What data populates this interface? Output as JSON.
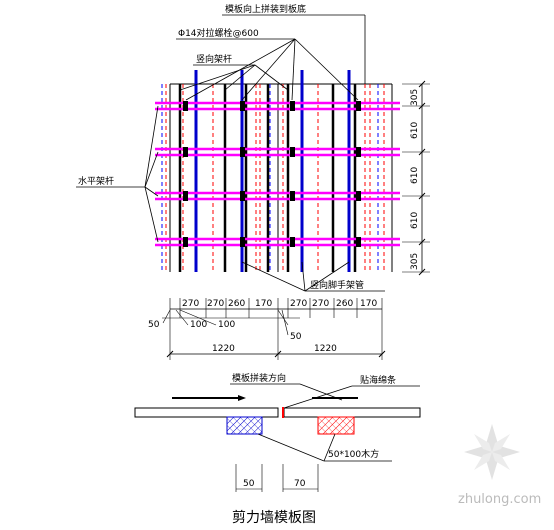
{
  "labels": {
    "top_note": "模板向上拼装到板底",
    "bolt": "Φ14对拉螺栓@600",
    "vertical_rod": "竖向架杆",
    "horizontal_rod": "水平架杆",
    "vertical_scaffold_tube": "竖向脚手架管",
    "assembly_direction": "模板拼装方向",
    "sponge_strip": "贴海绵条",
    "timber": "50*100木方",
    "caption": "剪力墙模板图"
  },
  "right_dims": [
    "305",
    "610",
    "610",
    "610",
    "305"
  ],
  "bottom_dims": {
    "row1_left": [
      "270",
      "270",
      "260",
      "170"
    ],
    "row1_right": [
      "270",
      "270",
      "260",
      "170"
    ],
    "row2": [
      "50",
      "100",
      "100",
      "50"
    ],
    "totals": [
      "1220",
      "1220"
    ]
  },
  "section_dims": [
    "50",
    "70"
  ],
  "watermark": "zhulong.com",
  "colors": {
    "horizontal_pipe": "#ff00ff",
    "vertical_pipe": "#0000cc",
    "dashed_red": "#ff0000",
    "dashed_blue": "#0000ff",
    "hatch_blue": "#0000cc",
    "hatch_red": "#ff0000"
  }
}
